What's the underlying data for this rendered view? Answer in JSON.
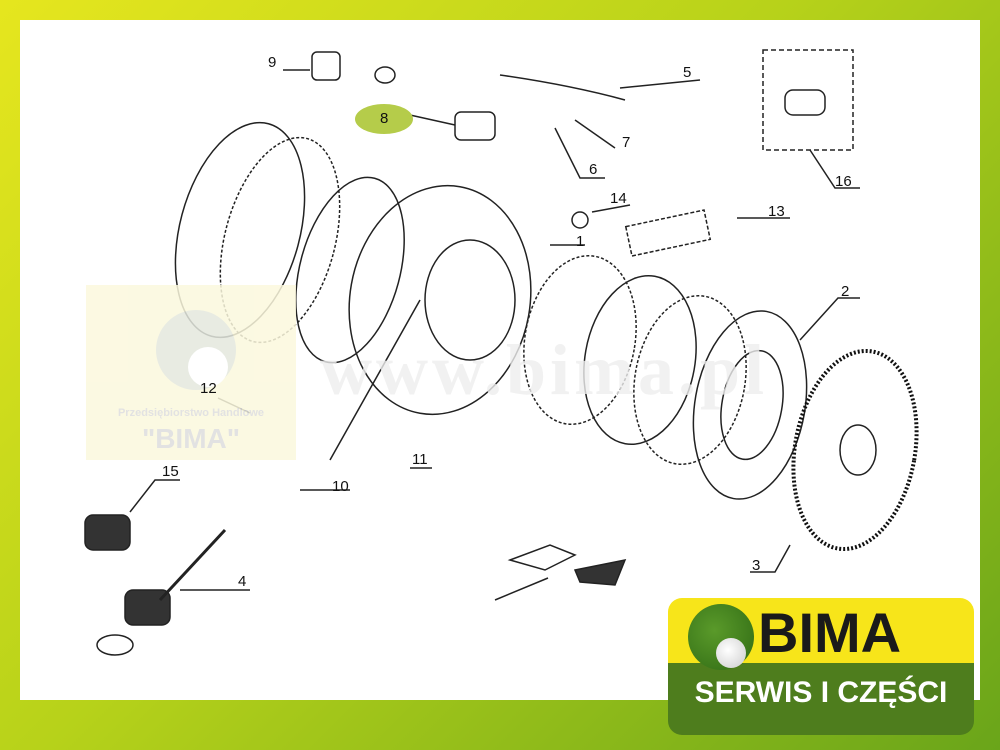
{
  "watermark": {
    "company": "Przedsiębiorstwo Handlowe",
    "name": "\"BIMA\"",
    "url": "www.bima.pl"
  },
  "logo": {
    "name": "BIMA",
    "tagline": "SERWIS I CZĘŚCI"
  },
  "diagram": {
    "part_labels": [
      "1",
      "2",
      "3",
      "4",
      "5",
      "6",
      "7",
      "8",
      "9",
      "10",
      "11",
      "12",
      "13",
      "14",
      "15",
      "16"
    ],
    "highlighted_label": "8",
    "highlight_color": "#b5cc4a"
  }
}
